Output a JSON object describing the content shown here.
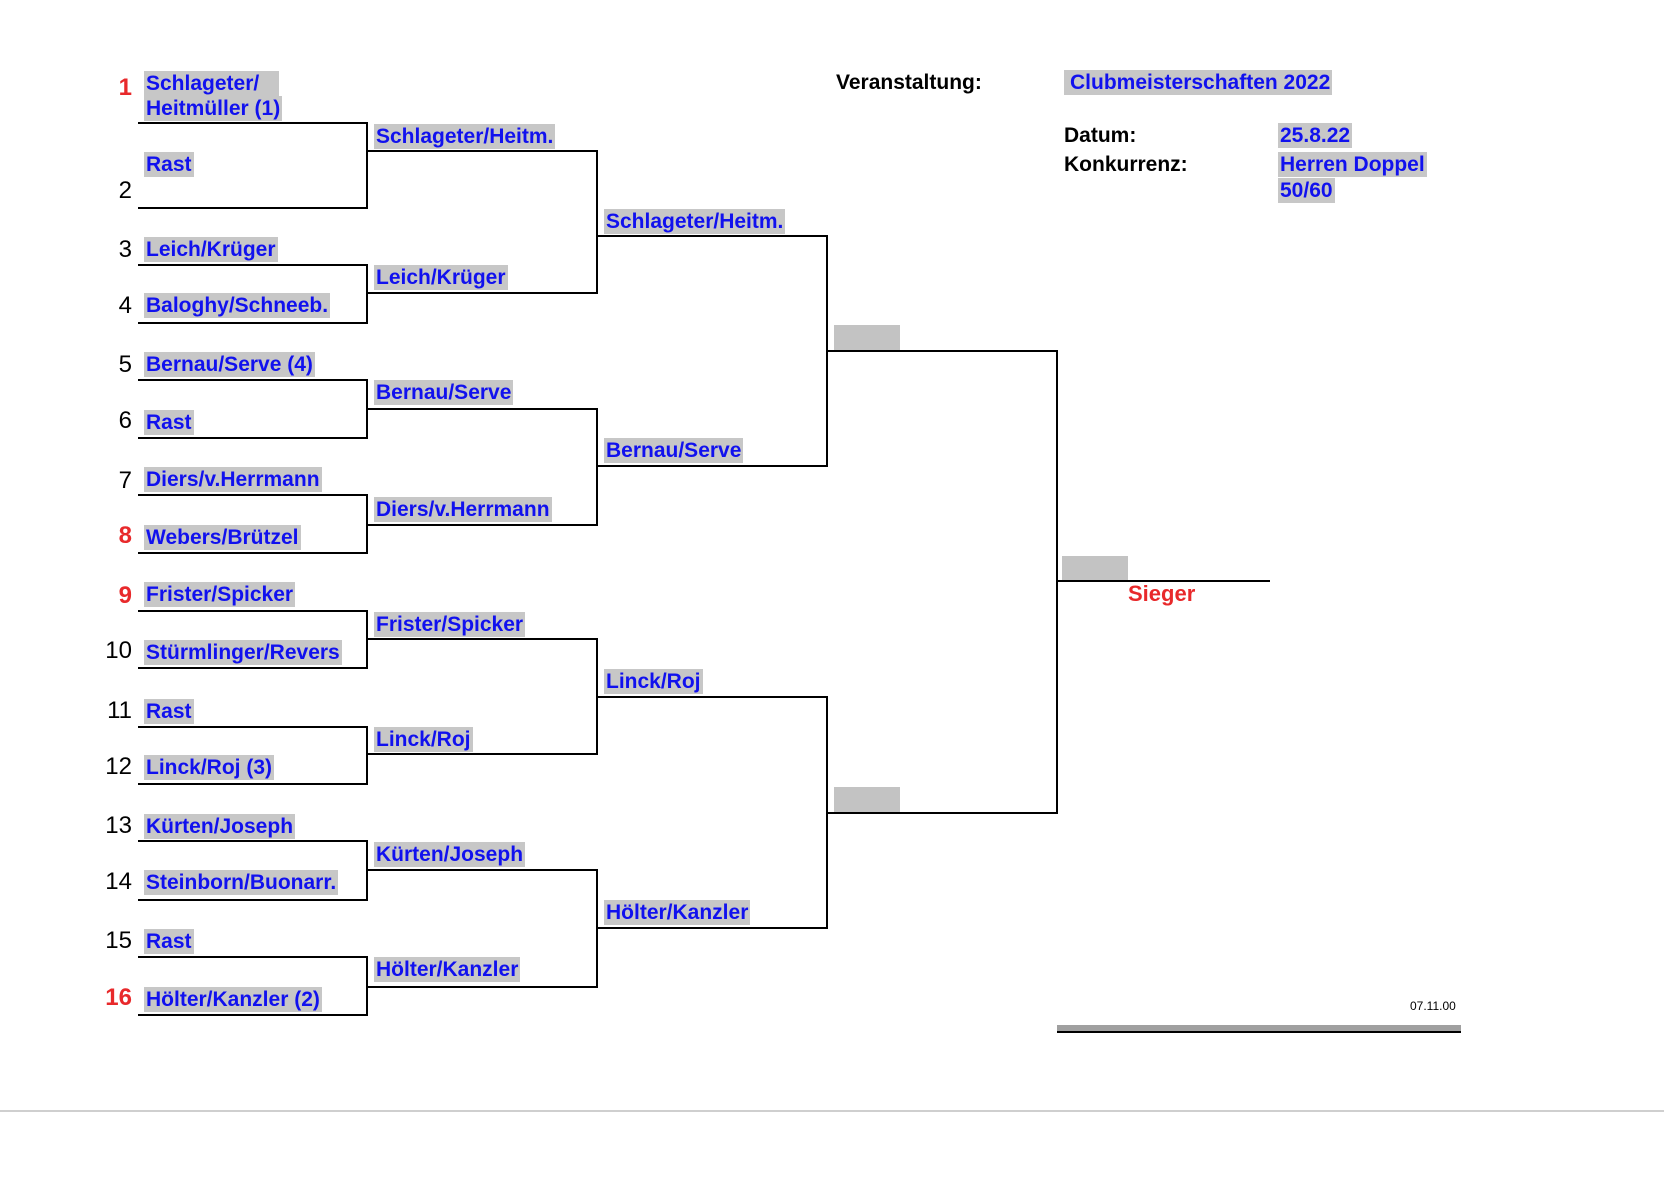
{
  "header": {
    "event_label": "Veranstaltung:",
    "event_value": "Clubmeisterschaften 2022",
    "date_label": "Datum:",
    "date_value": "25.8.22",
    "competition_label": "Konkurrenz:",
    "competition_value_line1": "Herren Doppel",
    "competition_value_line2": "50/60"
  },
  "draw": [
    {
      "no": "1",
      "name": "Schlageter/",
      "name2": "Heitmüller (1)",
      "seed": true
    },
    {
      "no": "2",
      "name": "Rast",
      "seed": false
    },
    {
      "no": "3",
      "name": "Leich/Krüger",
      "seed": false
    },
    {
      "no": "4",
      "name": "Baloghy/Schneeb.",
      "seed": false
    },
    {
      "no": "5",
      "name": "Bernau/Serve (4)",
      "seed": false
    },
    {
      "no": "6",
      "name": "Rast",
      "seed": false
    },
    {
      "no": "7",
      "name": "Diers/v.Herrmann",
      "seed": false
    },
    {
      "no": "8",
      "name": "Webers/Brützel",
      "seed": true
    },
    {
      "no": "9",
      "name": "Frister/Spicker",
      "seed": true
    },
    {
      "no": "10",
      "name": "Stürmlinger/Revers",
      "seed": false
    },
    {
      "no": "11",
      "name": "Rast",
      "seed": false
    },
    {
      "no": "12",
      "name": "Linck/Roj (3)",
      "seed": false
    },
    {
      "no": "13",
      "name": "Kürten/Joseph",
      "seed": false
    },
    {
      "no": "14",
      "name": "Steinborn/Buonarr.",
      "seed": false
    },
    {
      "no": "15",
      "name": "Rast",
      "seed": false
    },
    {
      "no": "16",
      "name": "Hölter/Kanzler (2)",
      "seed": true
    }
  ],
  "round2": [
    "Schlageter/Heitm.",
    "Leich/Krüger",
    "Bernau/Serve",
    "Diers/v.Herrmann",
    "Frister/Spicker",
    "Linck/Roj",
    "Kürten/Joseph",
    "Hölter/Kanzler"
  ],
  "quarter": [
    "Schlageter/Heitm.",
    "Bernau/Serve",
    "Linck/Roj",
    "Hölter/Kanzler"
  ],
  "winner_label": "Sieger",
  "footer_date": "07.11.00"
}
